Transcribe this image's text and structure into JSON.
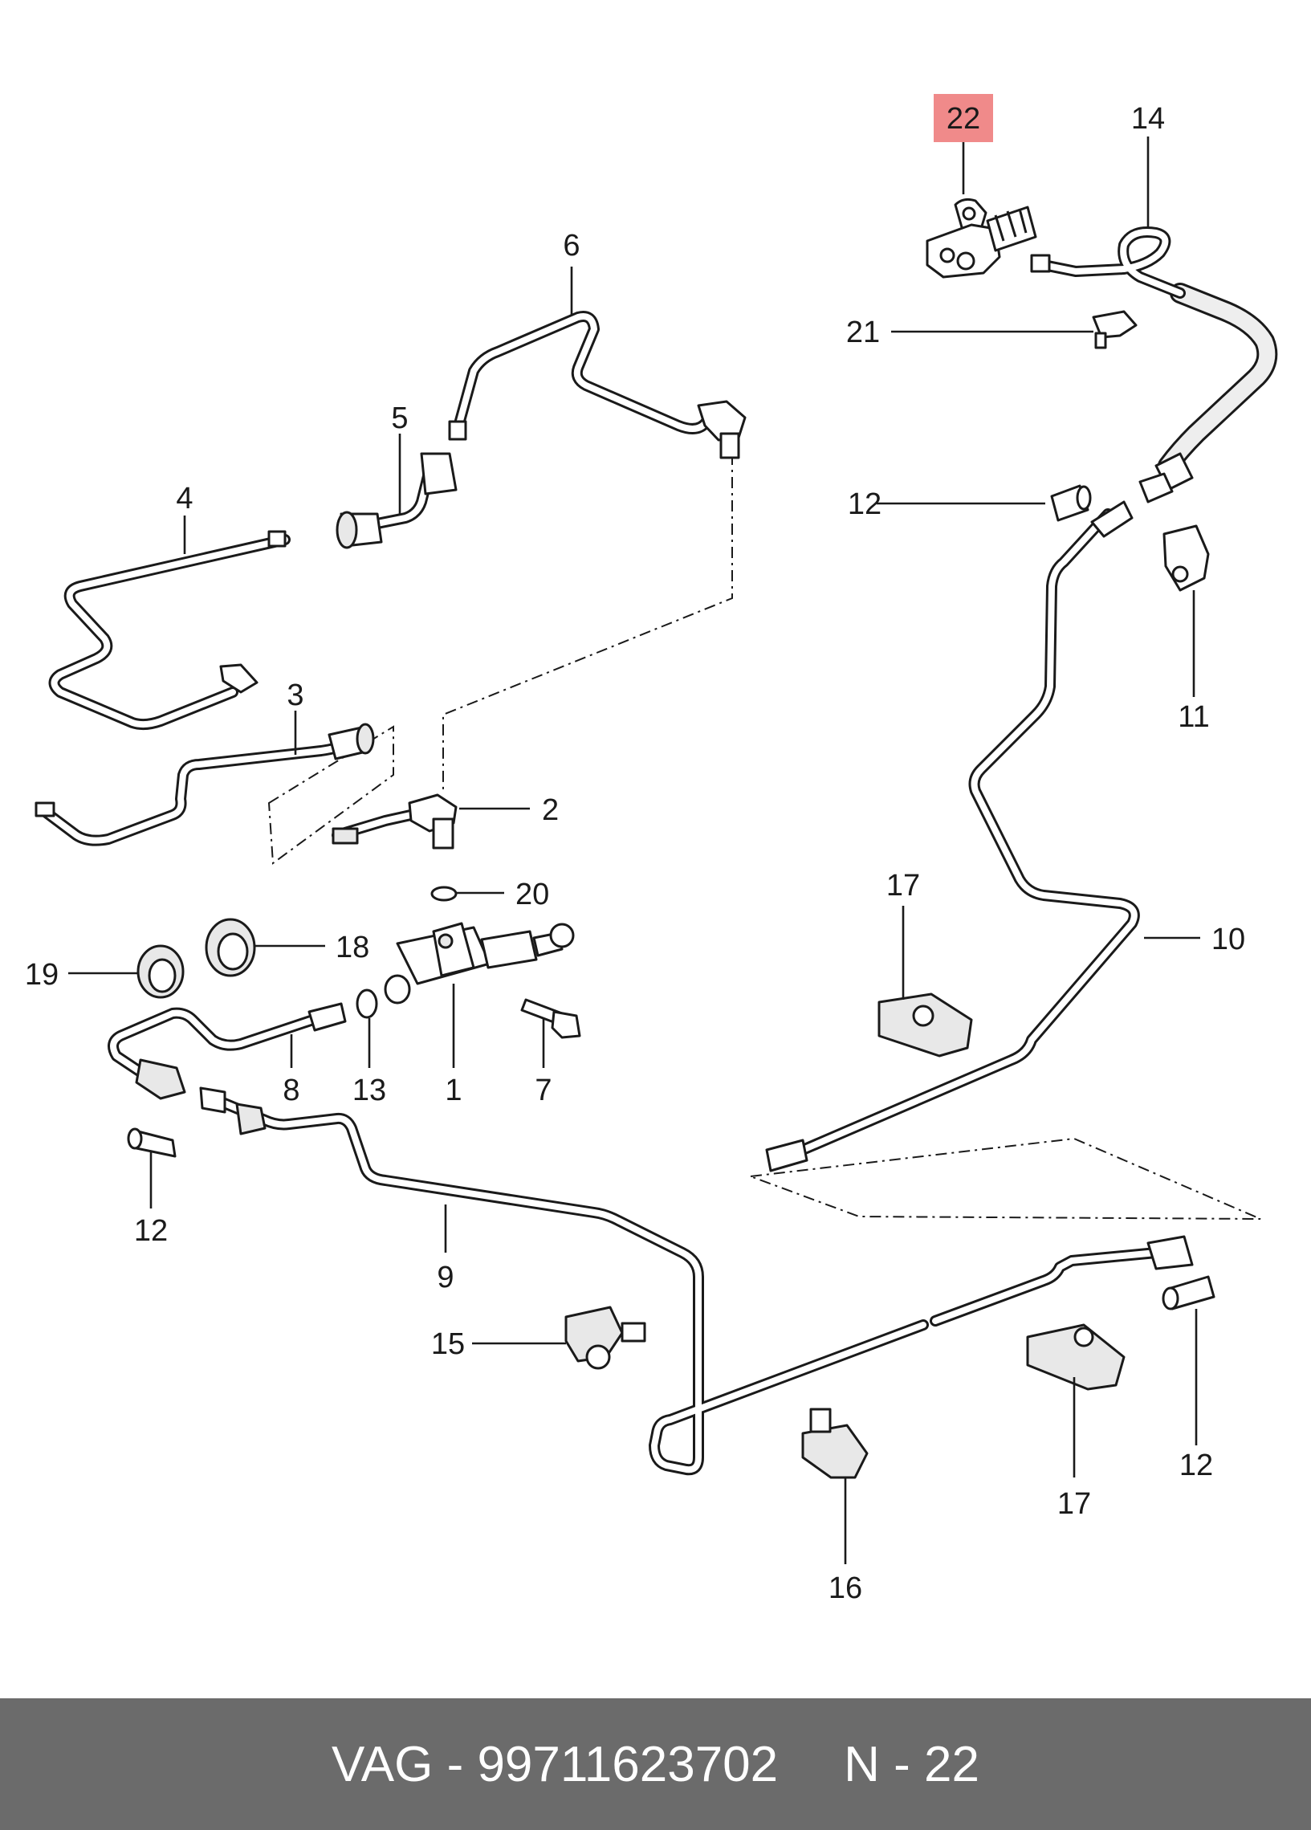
{
  "callouts": {
    "c1": "1",
    "c2": "2",
    "c3": "3",
    "c4": "4",
    "c5": "5",
    "c6": "6",
    "c7": "7",
    "c8": "8",
    "c9": "9",
    "c10": "10",
    "c11": "11",
    "c12a": "12",
    "c12b": "12",
    "c12c": "12",
    "c13": "13",
    "c14": "14",
    "c15": "15",
    "c16": "16",
    "c17a": "17",
    "c17b": "17",
    "c18": "18",
    "c19": "19",
    "c20": "20",
    "c21": "21",
    "c22": "22"
  },
  "highlight": {
    "callout": "22",
    "color": "#f08a8a"
  },
  "footer": {
    "part_label": "VAG - 99711623702",
    "position_label": "N - 22",
    "background": "#6b6b6b"
  }
}
